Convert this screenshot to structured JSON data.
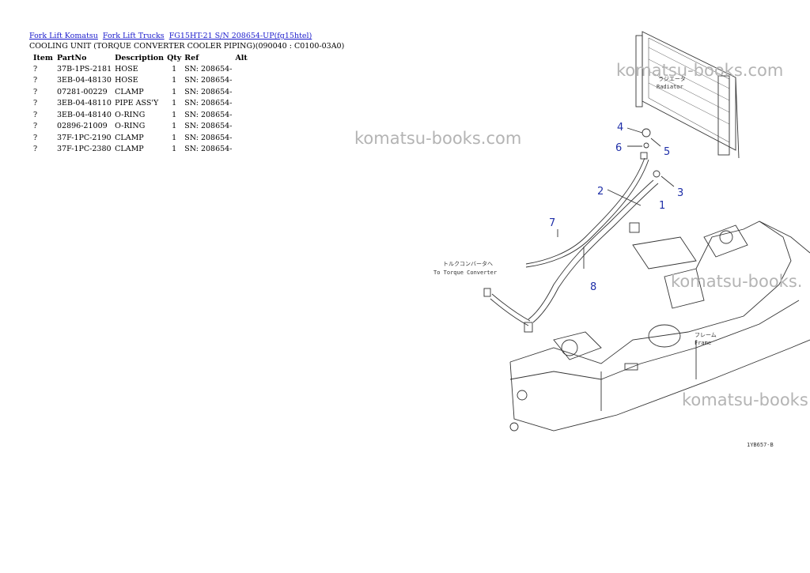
{
  "breadcrumb": [
    {
      "label": "Fork Lift Komatsu"
    },
    {
      "label": "Fork Lift Trucks"
    },
    {
      "label": "FG15HT-21 S/N 208654-UP(fg15htel)"
    }
  ],
  "page_title": "COOLING UNIT (TORQUE CONVERTER COOLER PIPING)(090040 : C0100-03A0)",
  "table": {
    "headers": [
      "Item",
      "PartNo",
      "Description",
      "Qty",
      "Ref",
      "Alt"
    ],
    "rows": [
      {
        "item": "?",
        "part_no": "37B-1PS-2181",
        "description": "HOSE",
        "qty": "1",
        "ref": "SN: 208654-",
        "alt": ""
      },
      {
        "item": "?",
        "part_no": "3EB-04-48130",
        "description": "HOSE",
        "qty": "1",
        "ref": "SN: 208654-",
        "alt": ""
      },
      {
        "item": "?",
        "part_no": "07281-00229",
        "description": "CLAMP",
        "qty": "1",
        "ref": "SN: 208654-",
        "alt": ""
      },
      {
        "item": "?",
        "part_no": "3EB-04-48110",
        "description": "PIPE ASS'Y",
        "qty": "1",
        "ref": "SN: 208654-",
        "alt": ""
      },
      {
        "item": "?",
        "part_no": "3EB-04-48140",
        "description": "O-RING",
        "qty": "1",
        "ref": "SN: 208654-",
        "alt": ""
      },
      {
        "item": "?",
        "part_no": "02896-21009",
        "description": "O-RING",
        "qty": "1",
        "ref": "SN: 208654-",
        "alt": ""
      },
      {
        "item": "?",
        "part_no": "37F-1PC-2190",
        "description": "CLAMP",
        "qty": "1",
        "ref": "SN: 208654-",
        "alt": ""
      },
      {
        "item": "?",
        "part_no": "37F-1PC-2380",
        "description": "CLAMP",
        "qty": "1",
        "ref": "SN: 208654-",
        "alt": ""
      }
    ]
  },
  "diagram": {
    "callouts": [
      "1",
      "2",
      "3",
      "4",
      "5",
      "6",
      "7",
      "8"
    ],
    "labels": {
      "radiator_jp": "ラジエータ",
      "radiator": "Radiator",
      "torque_converter_jp": "トルクコンバータへ",
      "torque_converter": "To Torque Converter",
      "frame_jp": "フレーム",
      "frame": "Frame",
      "drawing_code": "1YB657-B"
    },
    "line_color": "#333333",
    "callout_color": "#1f2fa8"
  },
  "watermarks": [
    "komatsu-books.com",
    "komatsu-books.com",
    "komatsu-books.",
    "komatsu-books"
  ]
}
